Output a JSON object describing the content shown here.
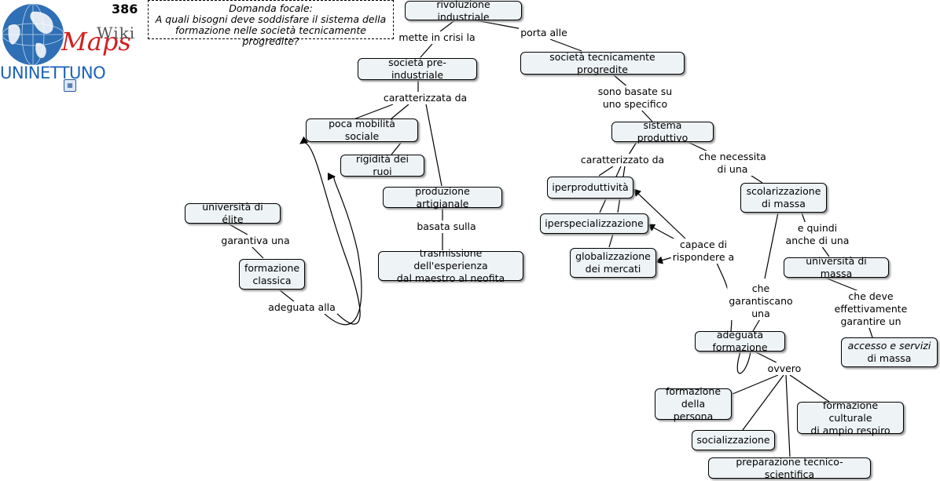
{
  "logo": {
    "wiki": "Wiki",
    "maps": "Maps",
    "university": "UNINETTUNO",
    "map_icon": "concept-map-icon"
  },
  "map_number": "386",
  "focal_question": "Domanda focale:\nA quali bisogni deve soddisfare il sistema della\nformazione nelle società tecnicamente progredite?",
  "concepts": {
    "rivoluzione": "rivoluzione industriale",
    "preindustriale": "società pre-industriale",
    "progredite": "società tecnicamente progredite",
    "mobilita": "poca mobilità sociale",
    "rigidita": "rigidità dei ruoi",
    "produzione": "produzione artigianale",
    "trasmissione": "trasmissione dell'esperienza\ndal maestro al neofita",
    "elite": "università di élite",
    "classica": "formazione\nclassica",
    "sistema": "sistema produttivo",
    "iperproduttivita": "iperproduttività",
    "iperspecializzazione": "iperspecializzazione",
    "globalizzazione": "globalizzazione\ndei mercati",
    "scolarizzazione": "scolarizzazione\ndi massa",
    "universita_massa": "università di massa",
    "accesso": "accesso e servizi",
    "accesso_tail": "di massa",
    "adeguata": "adeguata formazione",
    "persona": "formazione\ndella persona",
    "culturale": "formazione culturale\ndi ampio respiro",
    "socializzazione": "socializzazione",
    "tecnico": "preparazione tecnico-scientifica"
  },
  "linking_phrases": {
    "mette_in_crisi": "mette in crisi la",
    "porta_alle": "porta alle",
    "caratterizzata_da": "caratterizzata da",
    "basata_sulla": "basata sulla",
    "garantiva_una": "garantiva una",
    "adeguata_alla": "adeguata alla",
    "sono_basate": "sono basate su\nuno specifico",
    "caratterizzato_da": "caratterizzato da",
    "che_necessita": "che necessita\ndi una",
    "e_quindi": "e quindi\nanche di una",
    "capace_di": "capace di\nrispondere a",
    "che_garantiscano": "che\ngarantiscano\nuna",
    "che_deve": "che deve\neffettivamente\ngarantire un",
    "ovvero": "ovvero"
  }
}
